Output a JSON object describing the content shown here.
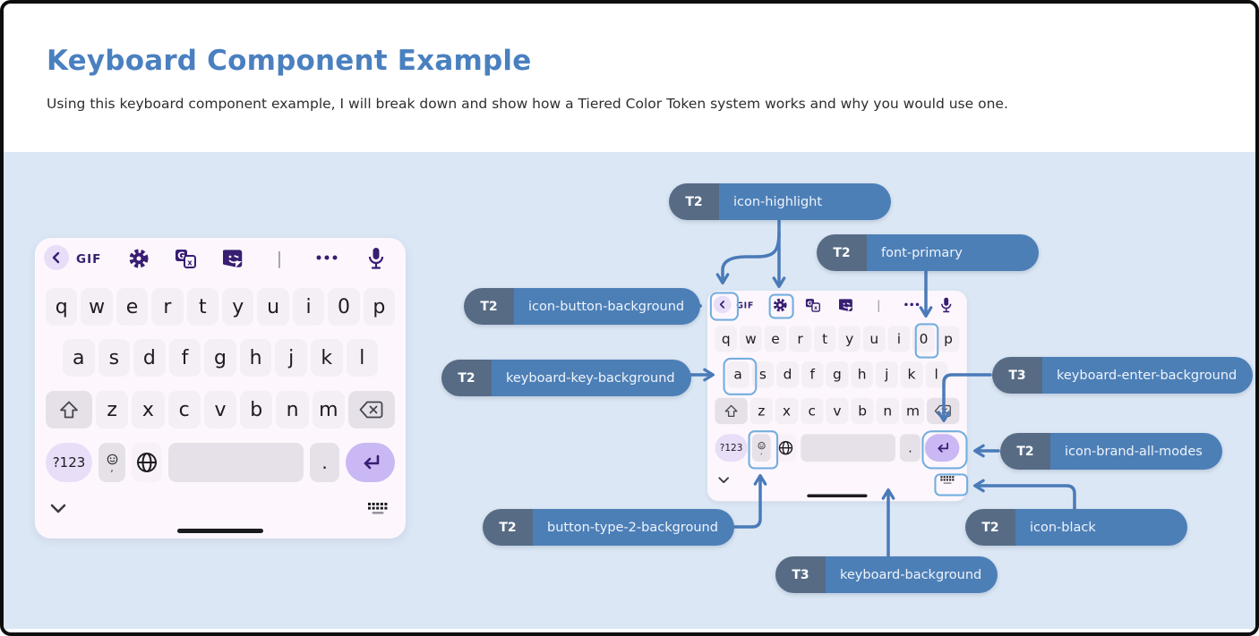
{
  "header": {
    "title": "Keyboard Component Example",
    "subtitle": "Using this keyboard component example, I will break down and show how a Tiered Color Token system works and why you would use one."
  },
  "keyboard": {
    "toolbar": {
      "gif_label": "GIF",
      "cursor_char": "|",
      "icons": [
        "back-icon",
        "settings-icon",
        "translate-icon",
        "sticker-icon",
        "text-cursor",
        "more-icon",
        "mic-icon"
      ]
    },
    "row1": [
      "q",
      "w",
      "e",
      "r",
      "t",
      "y",
      "u",
      "i",
      "0",
      "p"
    ],
    "row2": [
      "a",
      "s",
      "d",
      "f",
      "g",
      "h",
      "j",
      "k",
      "l"
    ],
    "row3_letters": [
      "z",
      "x",
      "c",
      "v",
      "b",
      "n",
      "m"
    ],
    "symbols_key_label": "?123",
    "comma_label": ",",
    "period_label": ".",
    "special_keys": [
      "shift-key",
      "backspace-key",
      "emoji-key",
      "globe-key",
      "space-key",
      "enter-key",
      "dismiss-keyboard-icon",
      "home-indicator"
    ]
  },
  "annotations": [
    {
      "tier": "T2",
      "token": "icon-highlight",
      "points_to": [
        "back-icon",
        "settings-icon"
      ]
    },
    {
      "tier": "T2",
      "token": "font-primary",
      "points_to": [
        "key-0"
      ]
    },
    {
      "tier": "T2",
      "token": "icon-button-background",
      "points_to": [
        "back-button"
      ]
    },
    {
      "tier": "T2",
      "token": "keyboard-key-background",
      "points_to": [
        "key-a"
      ]
    },
    {
      "tier": "T3",
      "token": "keyboard-enter-background",
      "points_to": [
        "enter-key"
      ]
    },
    {
      "tier": "T2",
      "token": "icon-brand-all-modes",
      "points_to": [
        "enter-key"
      ]
    },
    {
      "tier": "T2",
      "token": "button-type-2-background",
      "points_to": [
        "emoji-key"
      ]
    },
    {
      "tier": "T3",
      "token": "keyboard-background",
      "points_to": [
        "keyboard"
      ]
    },
    {
      "tier": "T2",
      "token": "icon-black",
      "points_to": [
        "dismiss-keyboard-icon"
      ]
    }
  ],
  "colors": {
    "title_blue": "#4a80c0",
    "canvas_bg": "#dbe7f4",
    "keyboard_bg": "#fdf7fd",
    "key_bg": "#f4eef5",
    "key_alt_bg": "#e6e1e8",
    "accent_purple_bg": "#e8def8",
    "enter_bg": "#c9b8f3",
    "icon_purple": "#381e72",
    "pill_tier_bg": "#576b85",
    "pill_label_bg": "#4d7fb7",
    "arrow_blue": "#4a7ab8",
    "highlight_border": "#74aede"
  }
}
